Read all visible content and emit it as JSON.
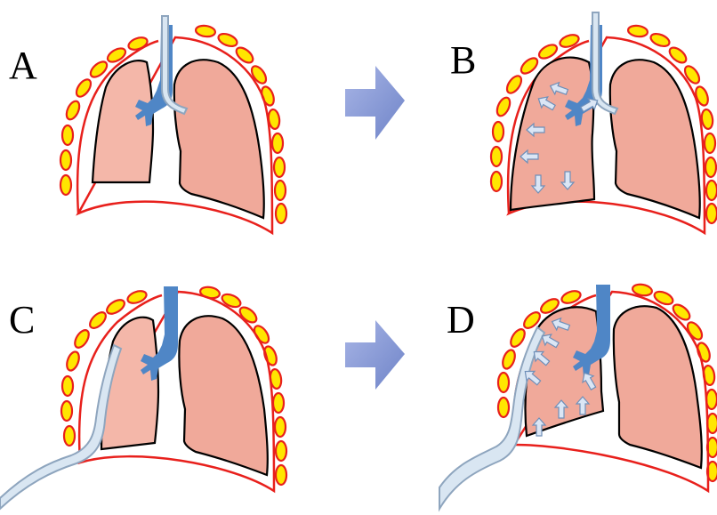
{
  "panels": [
    {
      "id": "A",
      "label": "A"
    },
    {
      "id": "B",
      "label": "B"
    },
    {
      "id": "C",
      "label": "C"
    },
    {
      "id": "D",
      "label": "D"
    }
  ],
  "colors": {
    "chest_wall": "#e8201c",
    "rib_fill": "#ffe600",
    "rib_stroke": "#e8201c",
    "lung_fill": "#f0a99a",
    "lung_light_fill": "#f4b7a9",
    "lung_stroke": "#000000",
    "airway": "#4f86c6",
    "tube_fill": "#d9e6f2",
    "tube_stroke": "#8ea5be",
    "arrow_block": "#8fa1d8"
  },
  "icons": {
    "transition_arrow": "right-block-arrow-icon",
    "expansion_arrow": "small-block-arrow-icon"
  }
}
